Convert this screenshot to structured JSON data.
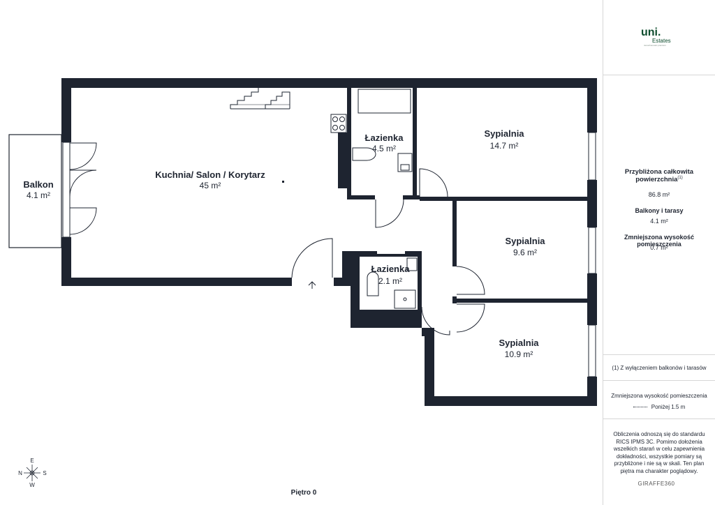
{
  "brand": {
    "logo_main": "uni.",
    "logo_sub": "Estates",
    "logo_tagline": "nieruchomości premium"
  },
  "rooms": [
    {
      "name": "Kuchnia/ Salon / Korytarz",
      "area": "45 m²"
    },
    {
      "name": "Balkon",
      "area": "4.1 m²"
    },
    {
      "name": "Łazienka",
      "area": "4.5 m²"
    },
    {
      "name": "Sypialnia",
      "area": "14.7 m²"
    },
    {
      "name": "Sypialnia",
      "area": "9.6 m²"
    },
    {
      "name": "Łazienka",
      "area": "2.1 m²"
    },
    {
      "name": "Sypialnia",
      "area": "10.9 m²"
    }
  ],
  "summary": {
    "total_label": "Przybliżona całkowita powierzchnia",
    "total_note_mark": "(1)",
    "total_value": "86.8 m²",
    "balconies_label": "Balkony i tarasy",
    "balconies_value": "4.1 m²",
    "reduced_label": "Zmniejszona wysokość pomieszczenia",
    "reduced_value": "0.7 m²"
  },
  "footnote": "(1) Z wyłączeniem balkonów i tarasów",
  "legend": {
    "title": "Zmniejszona wysokość pomieszczenia",
    "item": "Poniżej 1.5 m"
  },
  "disclaimer": "Obliczenia odnoszą się do standardu RICS IPMS 3C. Pomimo dołożenia wszelkich starań w celu zapewnienia dokładności, wszystkie pomiary są przybliżone i nie są w skali. Ten plan piętra ma charakter poglądowy.",
  "compass": {
    "e": "E",
    "n": "N",
    "s": "S",
    "w": "W"
  },
  "floor_label": "Piętro 0",
  "watermark": "GIRAFFE360"
}
